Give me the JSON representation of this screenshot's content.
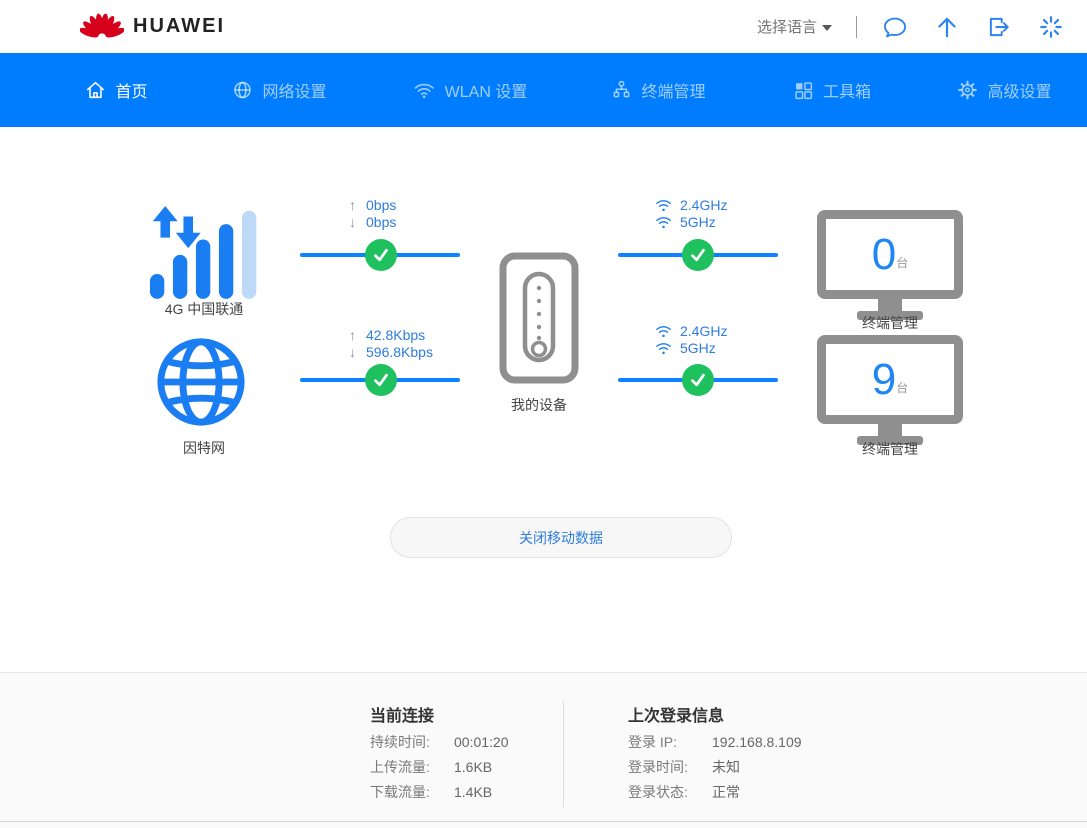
{
  "colors": {
    "nav_blue": "#007dff",
    "link_blue": "#0b82ff",
    "text_blue": "#2e7ce0",
    "success_green": "#1fc15f",
    "device_gray": "#8f8f8f",
    "brand_red": "#d6001c"
  },
  "header": {
    "brand": "HUAWEI",
    "language_label": "选择语言",
    "icons": [
      "chat-icon",
      "upload-icon",
      "logout-icon",
      "loading-icon"
    ]
  },
  "nav": {
    "items": [
      {
        "label": "首页",
        "icon": "home-icon",
        "active": true
      },
      {
        "label": "网络设置",
        "icon": "globe-icon",
        "active": false
      },
      {
        "label": "WLAN 设置",
        "icon": "wifi-icon",
        "active": false
      },
      {
        "label": "终端管理",
        "icon": "devices-tree-icon",
        "active": false
      },
      {
        "label": "工具箱",
        "icon": "toolbox-grid-icon",
        "active": false
      },
      {
        "label": "高级设置",
        "icon": "gear-icon",
        "active": false
      }
    ]
  },
  "diagram": {
    "cellular": {
      "label": "4G 中国联通"
    },
    "internet": {
      "label": "因特网"
    },
    "device": {
      "label": "我的设备"
    },
    "links": [
      {
        "upload": "0bps",
        "download": "0bps"
      },
      {
        "upload": "42.8Kbps",
        "download": "596.8Kbps"
      }
    ],
    "wifi_bands": [
      {
        "primary": "2.4GHz",
        "secondary": "5GHz"
      },
      {
        "primary": "2.4GHz",
        "secondary": "5GHz"
      }
    ],
    "clients": [
      {
        "count": "0",
        "unit": "台",
        "label": "终端管理"
      },
      {
        "count": "9",
        "unit": "台",
        "label": "终端管理"
      }
    ]
  },
  "action_button": {
    "label": "关闭移动数据"
  },
  "footer": {
    "current_connection": {
      "title": "当前连接",
      "rows": [
        {
          "label": "持续时间:",
          "value": "00:01:20"
        },
        {
          "label": "上传流量:",
          "value": "1.6KB"
        },
        {
          "label": "下载流量:",
          "value": "1.4KB"
        }
      ]
    },
    "last_login": {
      "title": "上次登录信息",
      "rows": [
        {
          "label": "登录 IP:",
          "value": "192.168.8.109"
        },
        {
          "label": "登录时间:",
          "value": "未知"
        },
        {
          "label": "登录状态:",
          "value": "正常"
        }
      ]
    }
  }
}
